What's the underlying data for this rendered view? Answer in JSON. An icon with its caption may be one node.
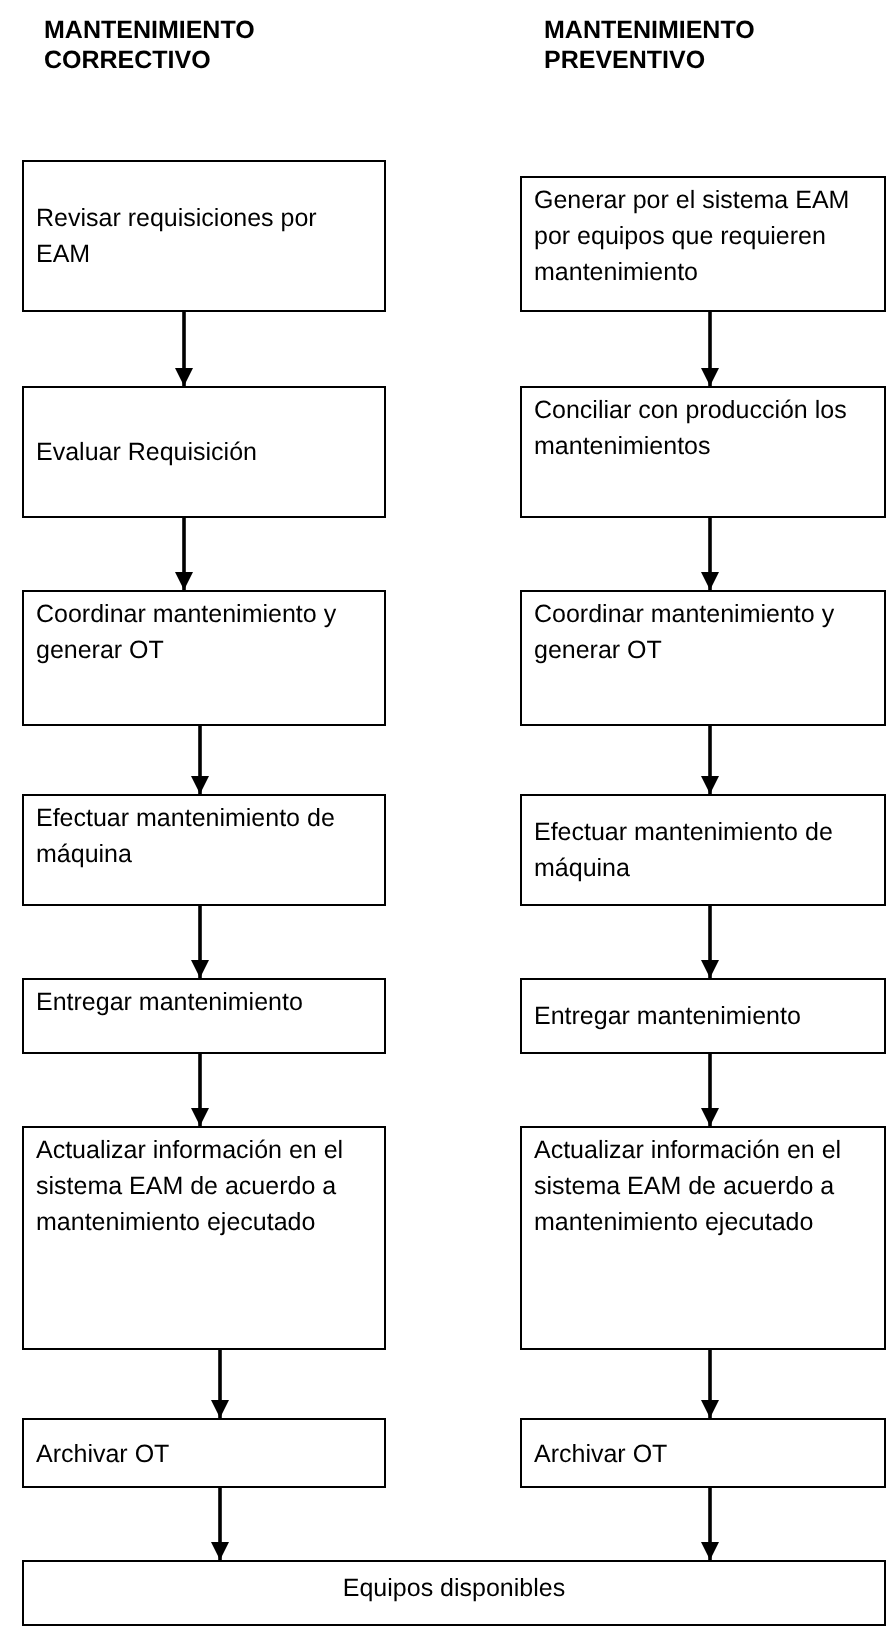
{
  "diagram": {
    "nodes": [
      {
        "text": [
          "Revisar requisiciones por EAM"
        ]
      },
      {
        "text": [
          "Evaluar Requisición"
        ]
      },
      {
        "text": [
          "Coordinar mantenimiento y generar OT"
        ]
      },
      {
        "text": [
          "Efectuar mantenimiento de máquina"
        ]
      },
      {
        "text": [
          "Entregar mantenimiento"
        ]
      },
      {
        "text": [
          "Actualizar información en el sistema EAM de acuerdo a mantenimiento ejecutado"
        ]
      },
      {
        "text": [
          "Archivar OT"
        ]
      },
      {
        "text": [
          "Generar por el sistema EAM por equipos que requieren mantenimiento"
        ]
      },
      {
        "text": [
          "Conciliar con producción los mantenimientos"
        ]
      },
      {
        "text": [
          "Coordinar mantenimiento y generar OT"
        ]
      },
      {
        "text": [
          "Efectuar mantenimiento de máquina"
        ]
      },
      {
        "text": [
          "Entregar mantenimiento"
        ]
      },
      {
        "text": [
          "Actualizar información en el sistema EAM de acuerdo a mantenimiento ejecutado"
        ]
      },
      {
        "text": [
          "Archivar OT"
        ]
      },
      {
        "text": [
          "Equipos disponibles"
        ]
      }
    ],
    "edges": [
      {
        "from": 0,
        "to": 1,
        "arrow": "to"
      },
      {
        "from": 1,
        "to": 2,
        "arrow": "to"
      },
      {
        "from": 2,
        "to": 3,
        "arrow": "to"
      },
      {
        "from": 3,
        "to": 4,
        "arrow": "to"
      },
      {
        "from": 4,
        "to": 5,
        "arrow": "to"
      },
      {
        "from": 5,
        "to": 6,
        "arrow": "to"
      },
      {
        "from": 7,
        "to": 8,
        "arrow": "to"
      },
      {
        "from": 8,
        "to": 9,
        "arrow": "to"
      },
      {
        "from": 9,
        "to": 10,
        "arrow": "to"
      },
      {
        "from": 10,
        "to": 11,
        "arrow": "to"
      },
      {
        "from": 11,
        "to": 12,
        "arrow": "to"
      },
      {
        "from": 12,
        "to": 13,
        "arrow": "to"
      },
      {
        "from": 6,
        "to": 14,
        "arrow": "to"
      },
      {
        "from": 13,
        "to": 14,
        "arrow": "to"
      }
    ],
    "labels": [
      "MANTENIMIENTO CORRECTIVO",
      "MANTENIMIENTO PREVENTIVO"
    ]
  }
}
